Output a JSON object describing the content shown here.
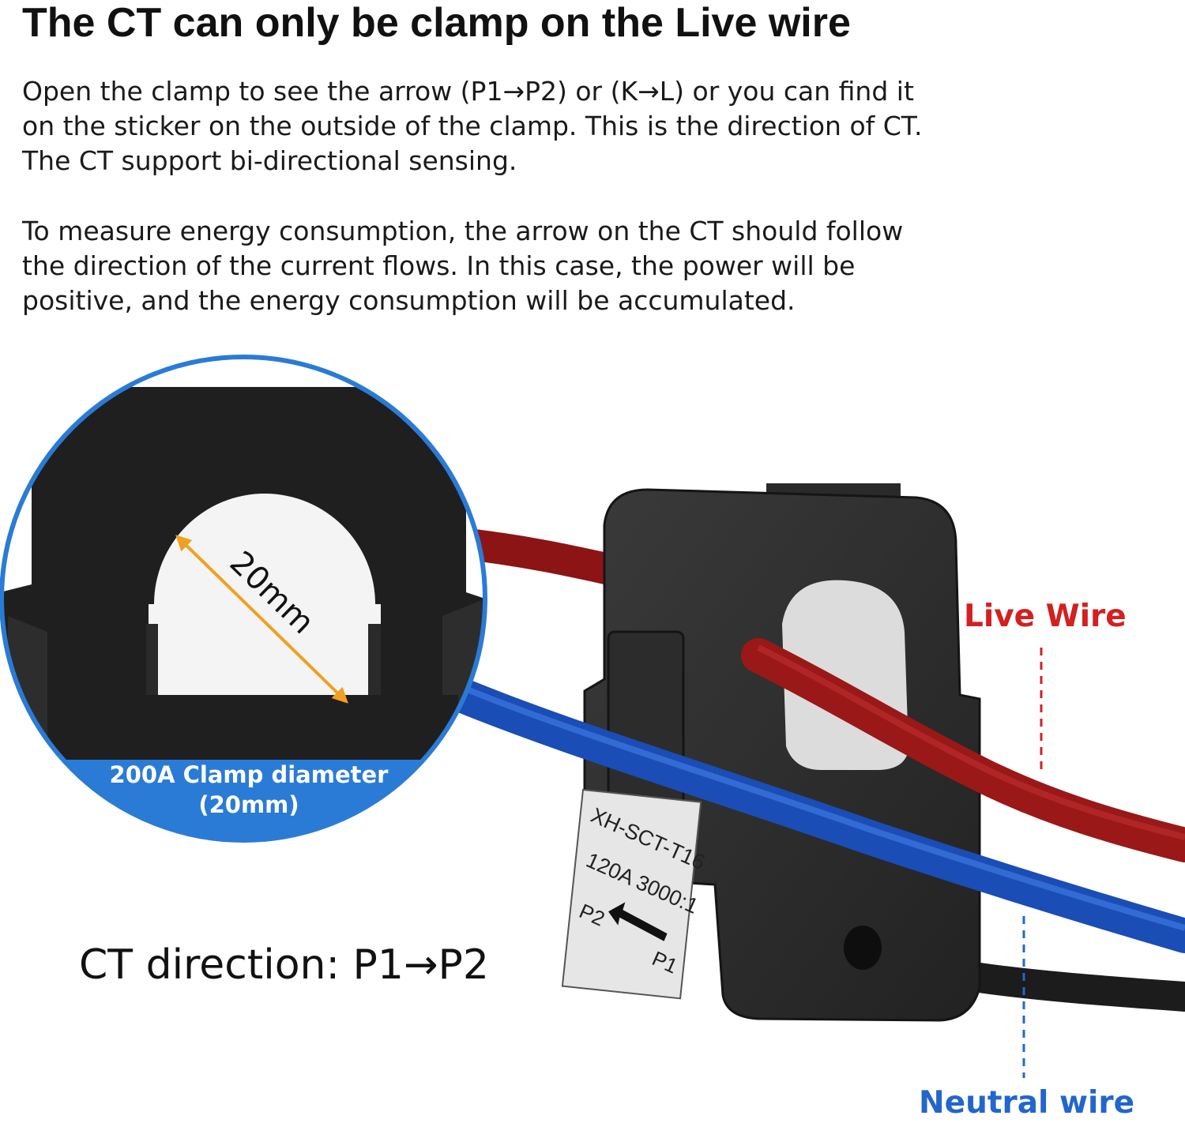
{
  "headline": "The CT can only be clamp on the Live wire",
  "paragraph1": [
    "Open the clamp to see the arrow (P1→P2) or (K→L) or you can find it",
    "on the sticker on the outside of the clamp. This is the direction of CT.",
    "The CT support bi-directional sensing."
  ],
  "paragraph2": [
    "To measure energy consumption, the arrow on the CT should follow",
    "the direction of the current flows. In this case, the power will be",
    "positive, and the energy consumption will be accumulated."
  ],
  "zoom_inset": {
    "dimension": "20mm",
    "caption_line1": "200A Clamp diameter",
    "caption_line2": "(20mm)"
  },
  "ct_label": {
    "model": "XH-SCT-T16",
    "rating": "120A 3000:1",
    "p2": "P2",
    "p1": "P1"
  },
  "labels": {
    "live_wire": "Live Wire",
    "neutral_wire": "Neutral wire",
    "ct_direction": "CT direction:  P1→P2"
  },
  "colors": {
    "live": "#d32020",
    "neutral": "#2266cc",
    "inset_blue": "#2a7bd6",
    "dimension_arrow": "#f0a020"
  }
}
